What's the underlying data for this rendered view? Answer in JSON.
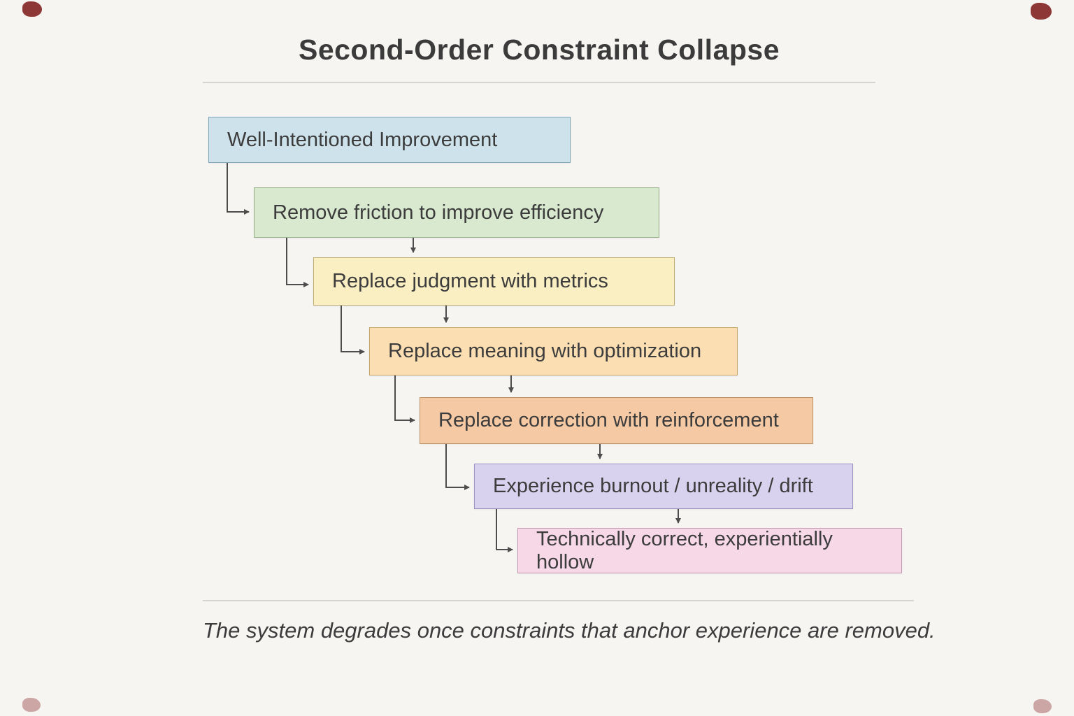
{
  "title": "Second-Order Constraint Collapse",
  "caption": "The system degrades once constraints that anchor experience are removed.",
  "steps": [
    {
      "label": "Well-Intentioned Improvement",
      "fill": "#cde2ea",
      "border": "#7da4b5"
    },
    {
      "label": "Remove friction to improve efficiency",
      "fill": "#d9e9d0",
      "border": "#96b188"
    },
    {
      "label": "Replace judgment with metrics",
      "fill": "#faefc2",
      "border": "#bfae74"
    },
    {
      "label": "Replace meaning with optimization",
      "fill": "#fbdfb3",
      "border": "#c7a467"
    },
    {
      "label": "Replace correction with reinforcement",
      "fill": "#f5c9a3",
      "border": "#bf9468"
    },
    {
      "label": "Experience burnout / unreality / drift",
      "fill": "#d8d2ee",
      "border": "#9c93c2"
    },
    {
      "label": "Technically correct, experientially hollow",
      "fill": "#f6d8e6",
      "border": "#c49ab2"
    }
  ],
  "arrow_color": "#4d4d4d"
}
